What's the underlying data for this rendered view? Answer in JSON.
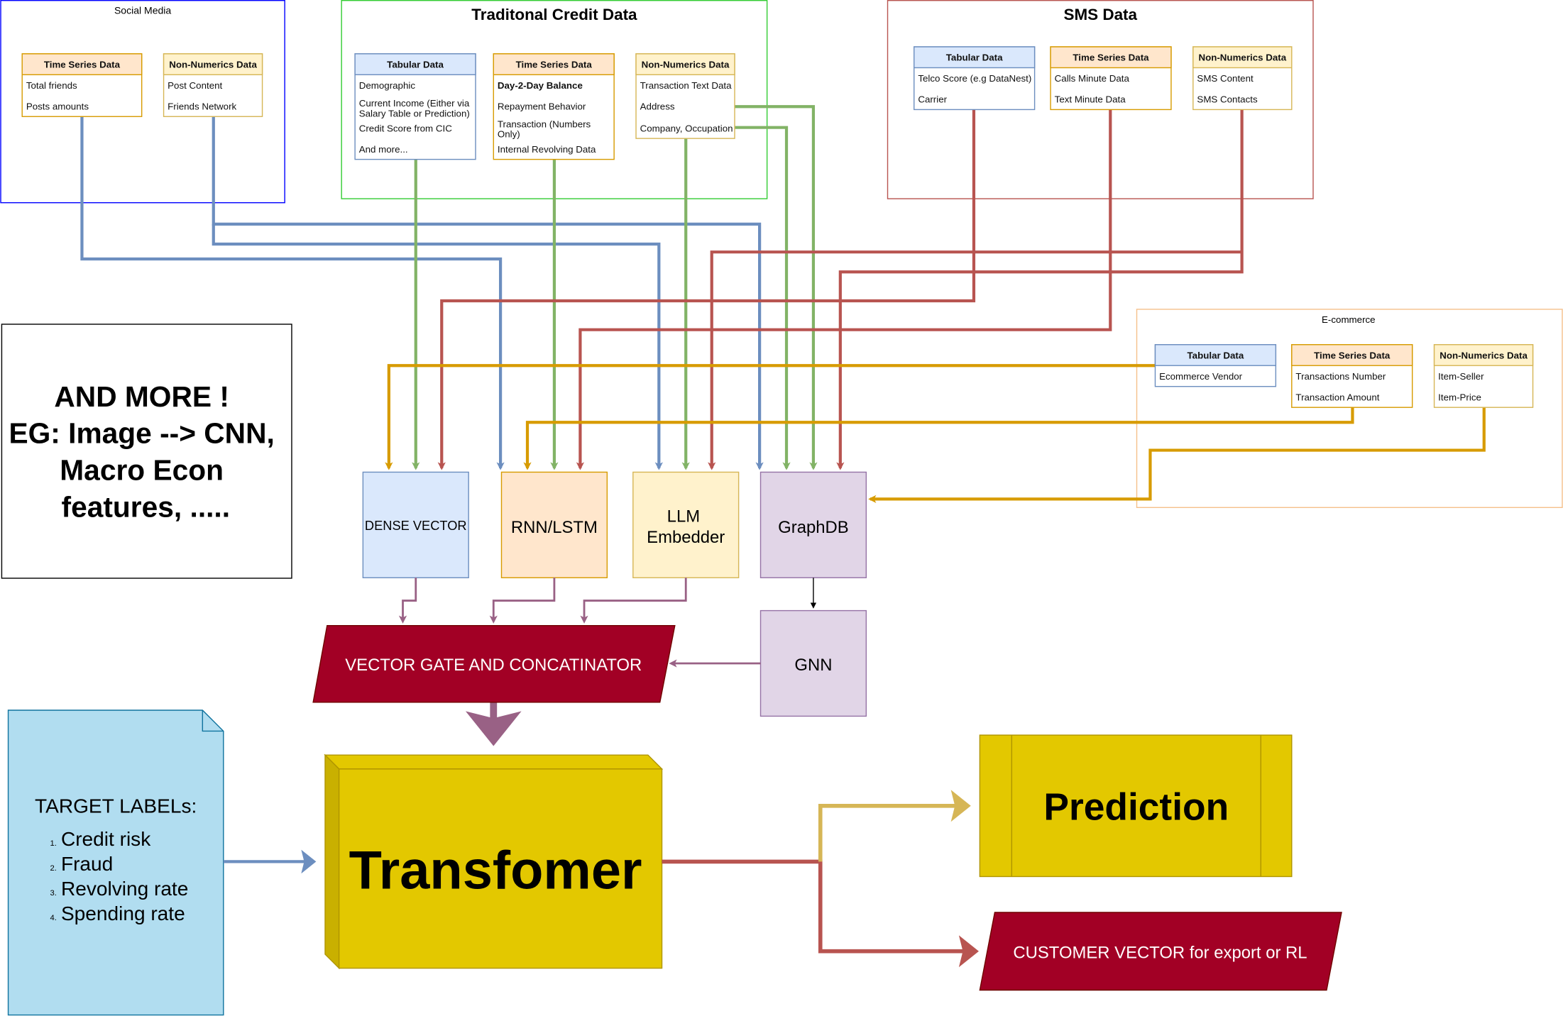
{
  "colors": {
    "blue": "#6c8ebf",
    "green": "#82b366",
    "red": "#b85450",
    "orange": "#d79b00",
    "purple": "#996185",
    "gate": "#a20025",
    "transformer": "#e3c800",
    "target": "#b1ddf0"
  },
  "social": {
    "title": "Social Media",
    "time_series": {
      "header": "Time Series Data",
      "rows": [
        "Total friends",
        "Posts amounts"
      ]
    },
    "non_numerics": {
      "header": "Non-Numerics Data",
      "rows": [
        "Post Content",
        "Friends Network"
      ]
    }
  },
  "credit": {
    "title": "Traditonal Credit Data",
    "tabular": {
      "header": "Tabular Data",
      "rows": [
        "Demographic",
        "Current Income (Either via",
        "Salary Table or Prediction)",
        "Credit Score from CIC",
        "And more..."
      ]
    },
    "time_series": {
      "header": "Time Series Data",
      "rows": [
        "Day-2-Day Balance",
        "Repayment Behavior",
        "Transaction (Numbers",
        "Only)",
        "Internal Revolving Data"
      ]
    },
    "non_numerics": {
      "header": "Non-Numerics Data",
      "rows": [
        "Transaction Text Data",
        "Address",
        "Company, Occupation"
      ]
    }
  },
  "sms": {
    "title": "SMS Data",
    "tabular": {
      "header": "Tabular Data",
      "rows": [
        "Telco Score (e.g DataNest)",
        "Carrier"
      ]
    },
    "time_series": {
      "header": "Time Series Data",
      "rows": [
        "Calls Minute Data",
        "Text Minute Data"
      ]
    },
    "non_numerics": {
      "header": "Non-Numerics Data",
      "rows": [
        "SMS Content",
        "SMS Contacts"
      ]
    }
  },
  "ecommerce": {
    "title": "E-commerce",
    "tabular": {
      "header": "Tabular Data",
      "rows": [
        "Ecommerce Vendor"
      ]
    },
    "time_series": {
      "header": "Time Series Data",
      "rows": [
        "Transactions Number",
        "Transaction Amount"
      ]
    },
    "non_numerics": {
      "header": "Non-Numerics Data",
      "rows": [
        "Item-Seller",
        "Item-Price"
      ]
    }
  },
  "note": {
    "lines": [
      "AND MORE !",
      "EG: Image --> CNN,",
      "Macro Econ",
      "features, ....."
    ]
  },
  "encoders": {
    "dense": "DENSE VECTOR",
    "rnn": "RNN/LSTM",
    "llm": [
      "LLM",
      "Embedder"
    ],
    "graphdb": "GraphDB",
    "gnn": "GNN"
  },
  "gate": "VECTOR GATE AND CONCATINATOR",
  "transformer": "Transfomer",
  "target": {
    "title": "TARGET LABELs:",
    "items": [
      "Credit risk",
      "Fraud",
      "Revolving rate",
      "Spending rate"
    ],
    "numbers": [
      "1.",
      "2.",
      "3.",
      "4."
    ]
  },
  "prediction": "Prediction",
  "customer_vector": "CUSTOMER VECTOR for export or RL"
}
